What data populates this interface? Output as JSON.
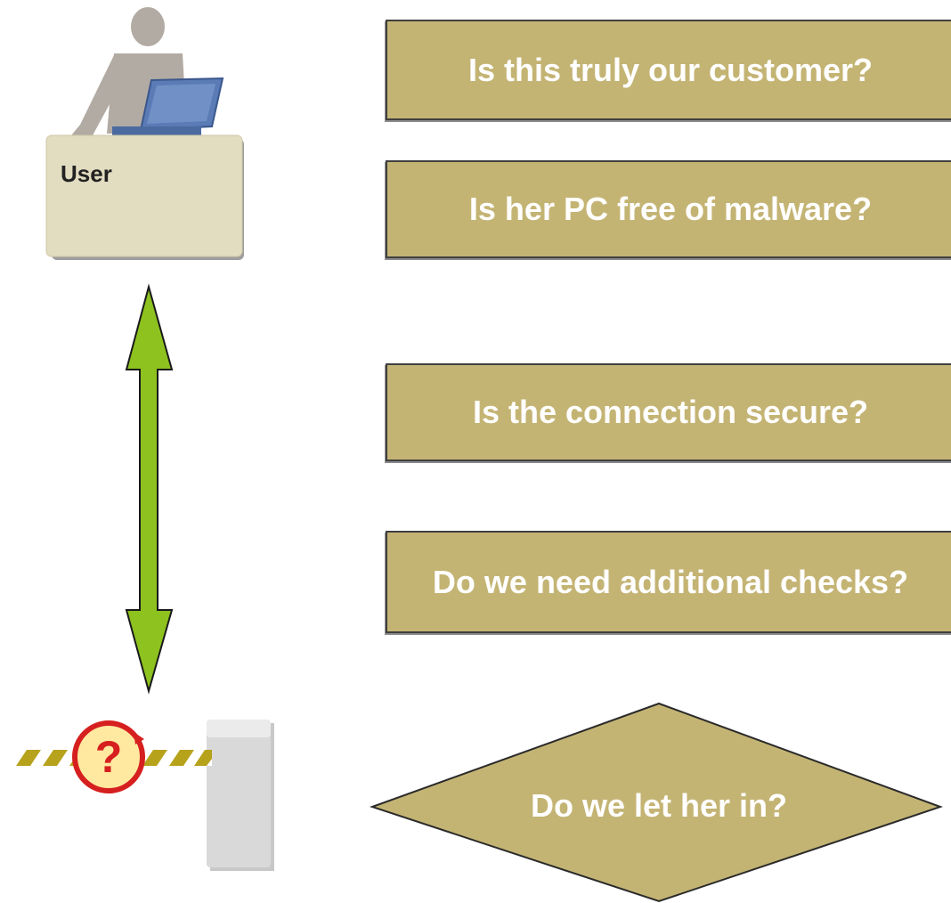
{
  "user": {
    "label": "User"
  },
  "questions": [
    {
      "text": "Is this truly our customer?"
    },
    {
      "text": "Is her PC free of malware?"
    },
    {
      "text": "Is the connection secure?"
    },
    {
      "text": "Do we need additional checks?"
    }
  ],
  "decision": {
    "text": "Do we let her in?"
  },
  "gate": {
    "symbol": "?"
  },
  "colors": {
    "box_fill": "#c4b474",
    "box_text": "#ffffff",
    "arrow_fill": "#8dc21f",
    "desk_fill": "#e2dcc0",
    "person_fill": "#b2aba3",
    "laptop_fill": "#5a7bb5",
    "gate_stripe": "#b7a21c",
    "gate_circle": "#d61f1f"
  },
  "icons": {
    "user": "user-at-desk-icon",
    "arrow": "double-headed-arrow-icon",
    "gate": "access-barrier-icon"
  }
}
